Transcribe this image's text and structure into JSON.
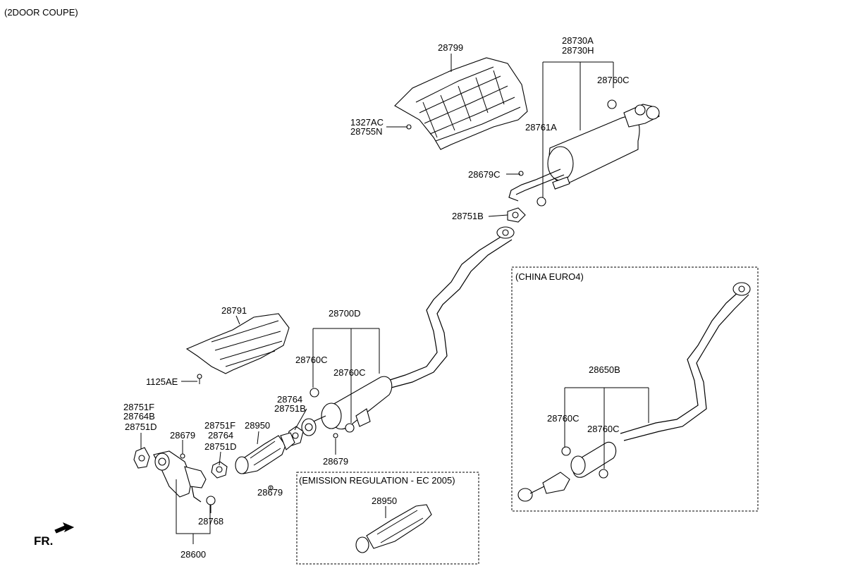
{
  "header": {
    "variant": "(2DOOR COUPE)"
  },
  "labels": {
    "p28799": "28799",
    "p28730a": "28730A",
    "p28730h": "28730H",
    "p28760c_top": "28760C",
    "p1327ac": "1327AC",
    "p28755n": "28755N",
    "p28761a": "28761A",
    "p28679c": "28679C",
    "p28751b_top": "28751B",
    "p28791": "28791",
    "p1125ae": "1125AE",
    "p28700d": "28700D",
    "p28760c_mid1": "28760C",
    "p28760c_mid2": "28760C",
    "p28764_mid": "28764",
    "p28751b_mid": "28751B",
    "p28679_mid": "28679",
    "p28751f_l": "28751F",
    "p28764b_l": "28764B",
    "p28751d_l": "28751D",
    "p28679_l": "28679",
    "p28751f_c": "28751F",
    "p28764_c": "28764",
    "p28751d_c": "28751D",
    "p28950_c": "28950",
    "p28679_c": "28679",
    "p28768": "28768",
    "p28600": "28600",
    "p28950_box": "28950",
    "p28650b": "28650B",
    "p28760c_r1": "28760C",
    "p28760c_r2": "28760C"
  },
  "boxes": {
    "emission": "(EMISSION REGULATION - EC 2005)",
    "china": "(CHINA EURO4)"
  },
  "direction": {
    "front": "FR."
  },
  "icons": {
    "front_arrow": "arrow-down-left-icon"
  }
}
